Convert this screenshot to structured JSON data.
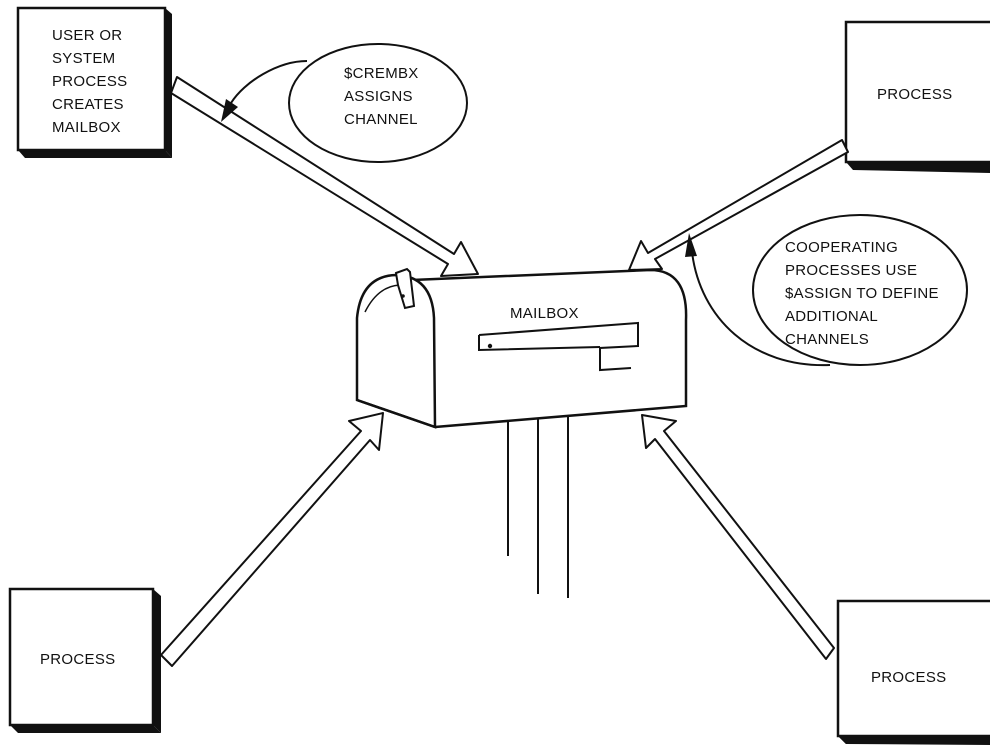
{
  "labels": {
    "creator_box": [
      "USER OR",
      "SYSTEM",
      "PROCESS",
      "CREATES",
      "MAILBOX"
    ],
    "crembx_note": [
      "$CREMBX",
      "ASSIGNS",
      "CHANNEL"
    ],
    "process_top_right": "PROCESS",
    "assign_note": [
      "COOPERATING",
      "PROCESSES USE",
      "$ASSIGN TO DEFINE",
      "ADDITIONAL",
      "CHANNELS"
    ],
    "mailbox": "MAILBOX",
    "process_bottom_left": "PROCESS",
    "process_bottom_right": "PROCESS"
  },
  "colors": {
    "ink": "#111111",
    "paper": "#ffffff",
    "box_shadow": "#111111"
  }
}
